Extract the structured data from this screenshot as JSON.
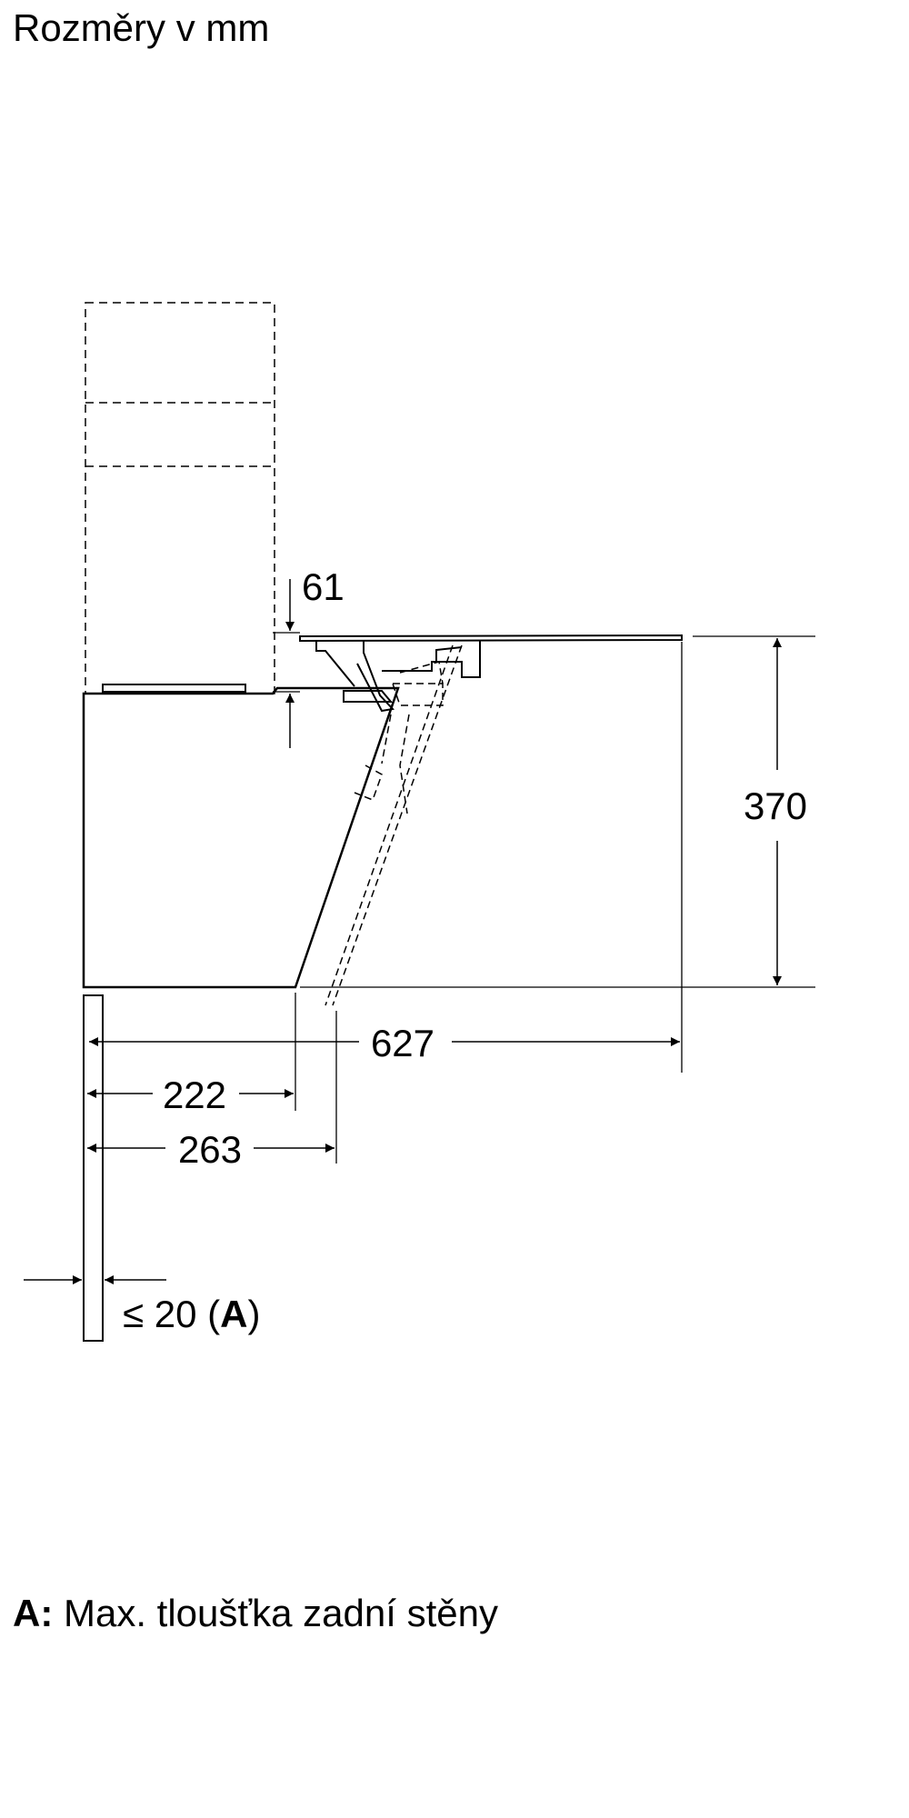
{
  "title": "Rozměry v mm",
  "dimensions": {
    "top_offset": "61",
    "height": "370",
    "depth": "627",
    "front_depth": "222",
    "rear_depth": "263",
    "wall_prefix": "≤ 20 (",
    "wall_key": "A",
    "wall_suffix": ")"
  },
  "legend": {
    "key": "A:",
    "text": "Max. tloušťka zadní stěny"
  }
}
